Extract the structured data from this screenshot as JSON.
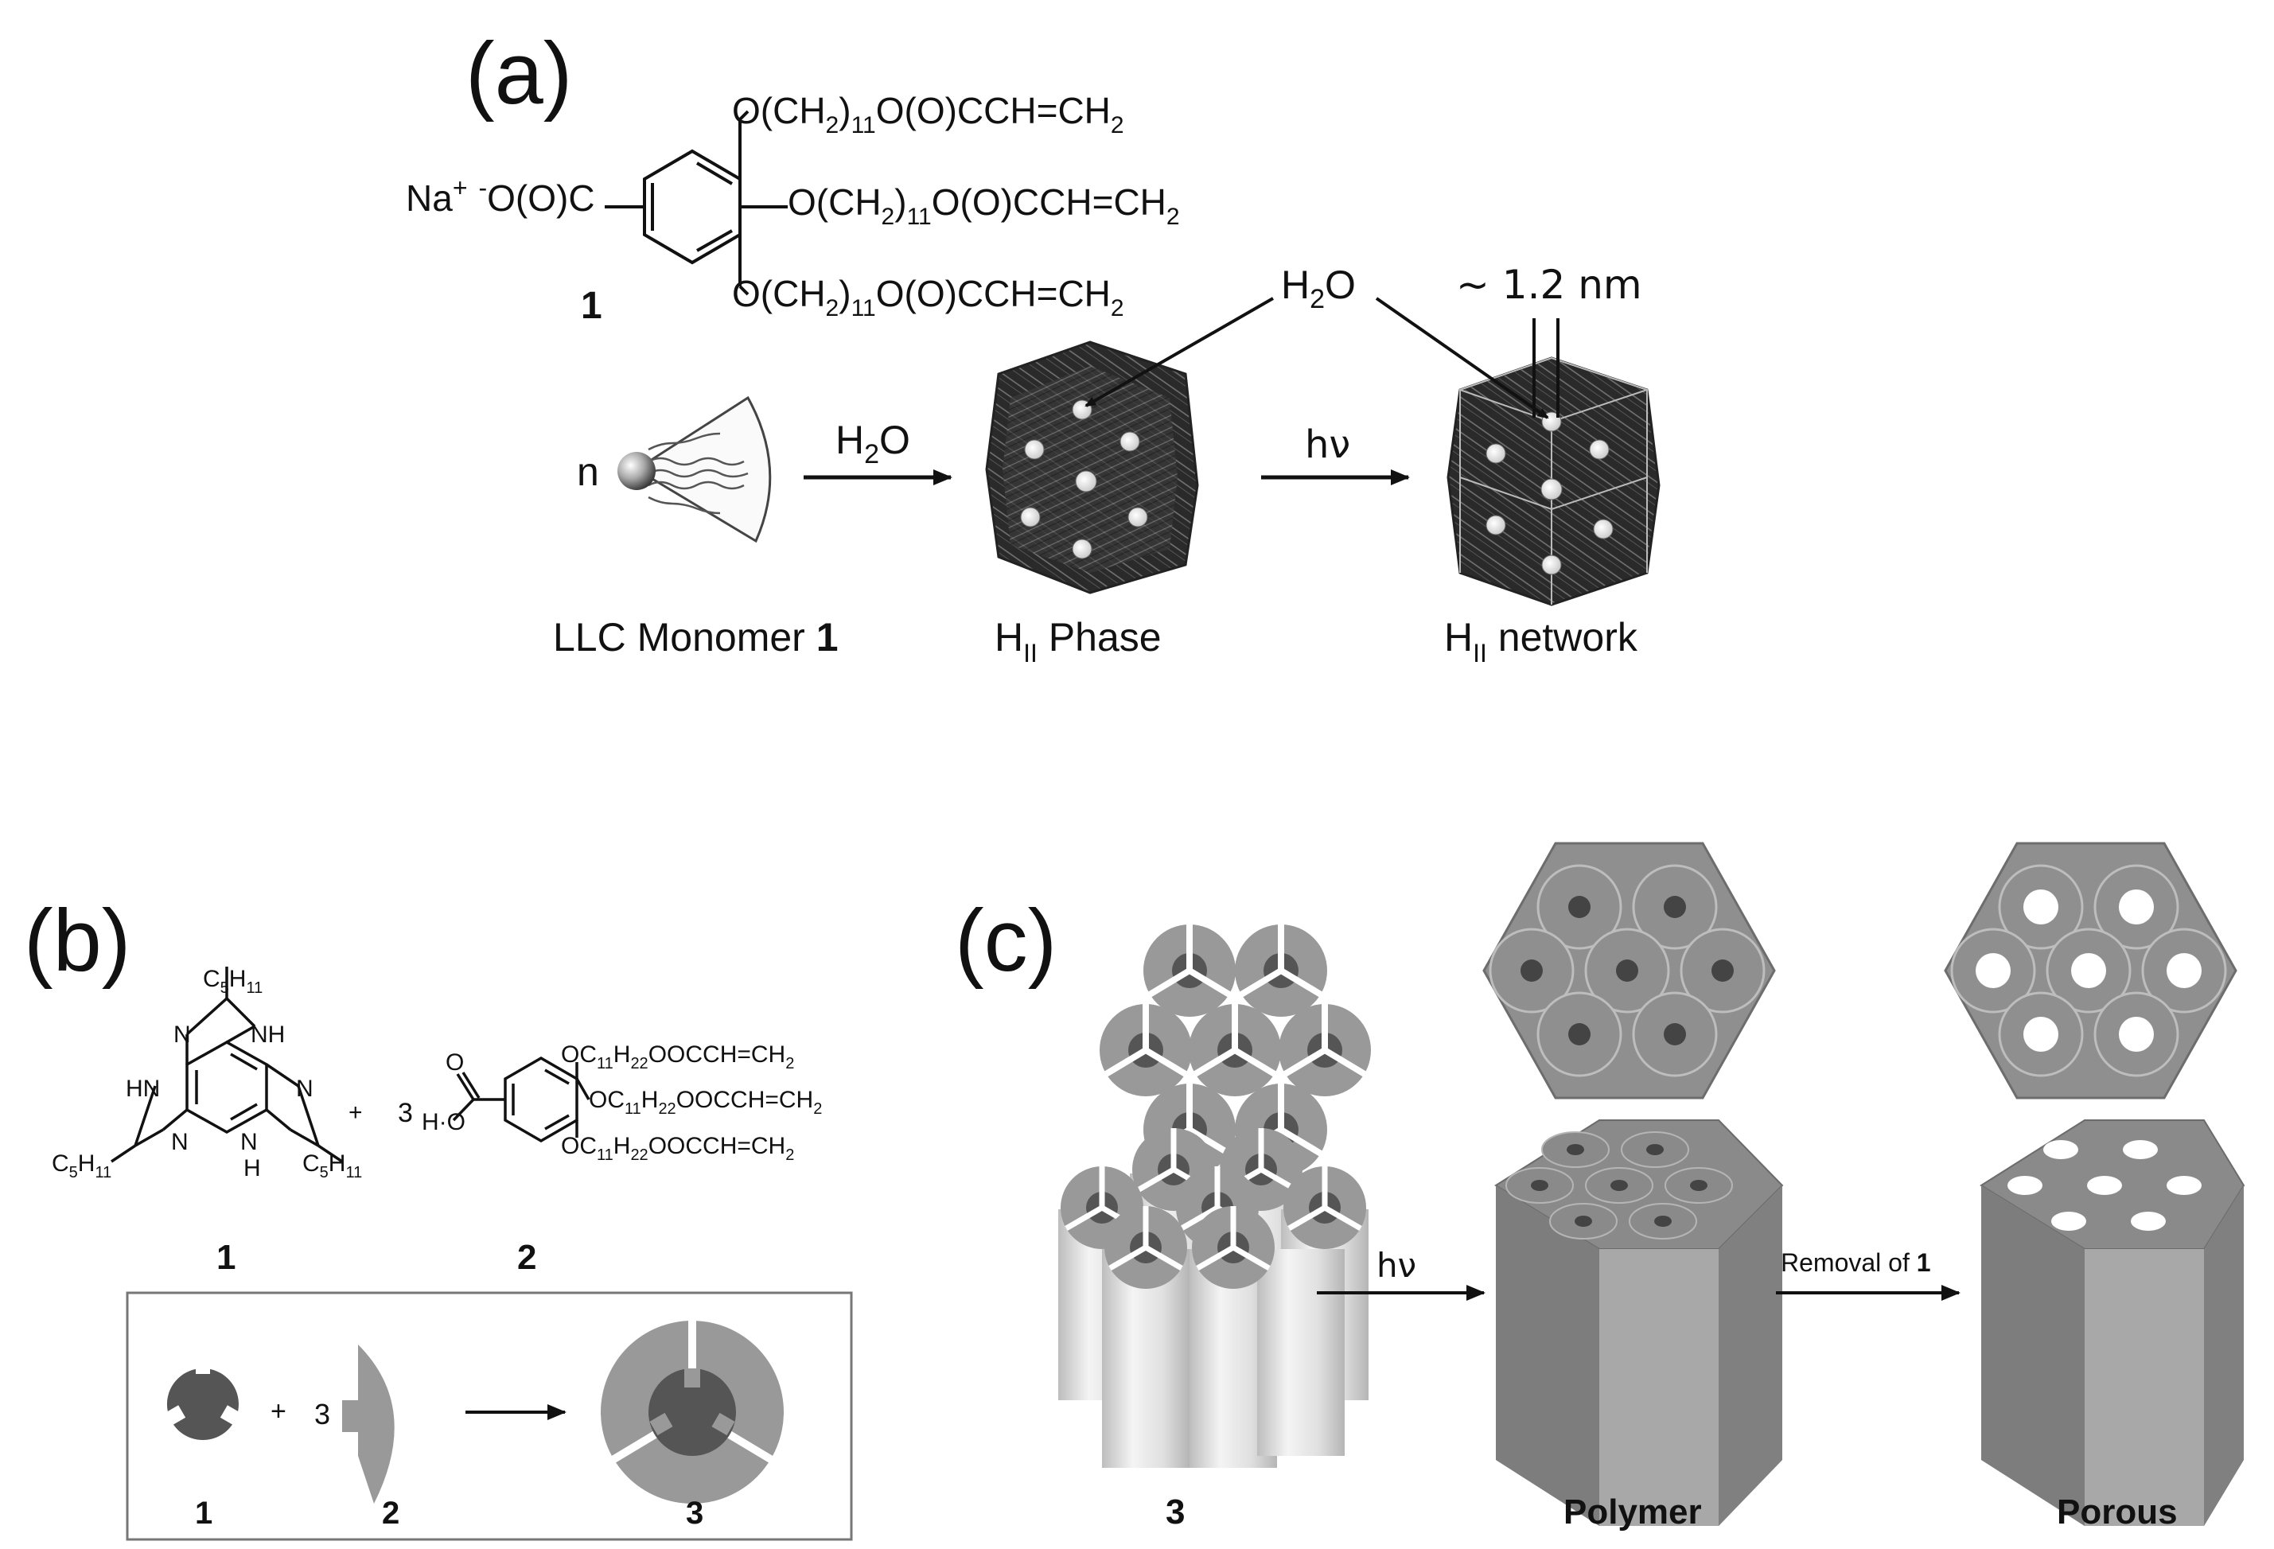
{
  "panel_a": {
    "label": "(a)",
    "compound_number": "1",
    "counterion": "Na",
    "charge_plus": "+",
    "charge_minus": "-",
    "carboxylate": "O(O)C",
    "chain_prefix": "O(CH",
    "chain_sub_2": "2",
    "chain_paren": ")",
    "chain_sub_11": "11",
    "chain_suffix": "O(O)CCH=CH",
    "monomer_coefficient": "n",
    "water_left": "H",
    "water_right": "O",
    "water_sub": "2",
    "hv": "hν",
    "dimension": "~ 1.2 nm",
    "monomer_caption": "LLC Monomer ",
    "monomer_caption_bold": "1",
    "phase_caption_prefix": "H",
    "phase_caption_sub": "II",
    "phase_caption": " Phase",
    "network_caption": " network"
  },
  "panel_b": {
    "label": "(b)",
    "alkyl_prefix": "C",
    "alkyl_sub": "5",
    "alkyl_sub2": "H",
    "alkyl_sub3": "11",
    "nh": "NH",
    "hn": "HN",
    "n": "N",
    "h": "H",
    "plus": "+",
    "coefficient": "3",
    "acid_h": "H",
    "acid_o": "O",
    "chain_text_prefix": "OC",
    "chain_text_sub1": "11",
    "chain_text_mid": "H",
    "chain_text_sub2": "22",
    "chain_text_suffix": "OOCCH=CH",
    "chain_text_sub3": "2",
    "label_1": "1",
    "label_2": "2",
    "label_3": "3"
  },
  "panel_c": {
    "label": "(c)",
    "hv": "hν",
    "removal_text": "Removal of ",
    "removal_bold": "1",
    "caption_3": "3",
    "caption_polymer": "Polymer",
    "caption_porous": "Porous"
  },
  "colors": {
    "ink": "#111111",
    "gray_dark": "#555555",
    "gray_mid": "#8a8a8a",
    "gray_light": "#a9a9a9",
    "gray_lighter": "#c8c8c8",
    "gray_face": "#999999",
    "gray_side": "#7a7a7a"
  }
}
